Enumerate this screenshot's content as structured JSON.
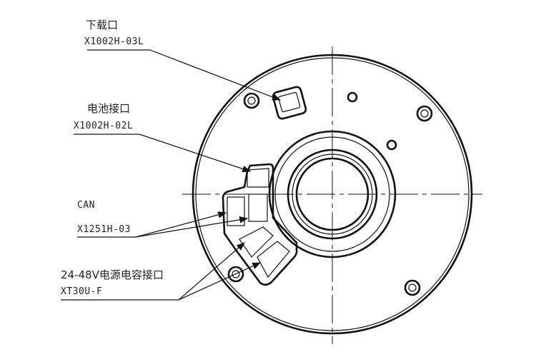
{
  "labels": {
    "download_port": {
      "name": "下载口",
      "part": "X1002H-03L"
    },
    "battery_port": {
      "name": "电池接口",
      "part": "X1002H-02L"
    },
    "can_port": {
      "name": "CAN",
      "part": "X1251H-03"
    },
    "power_port": {
      "name": "24-48V电源电容接口",
      "part": "XT30U-F"
    }
  }
}
